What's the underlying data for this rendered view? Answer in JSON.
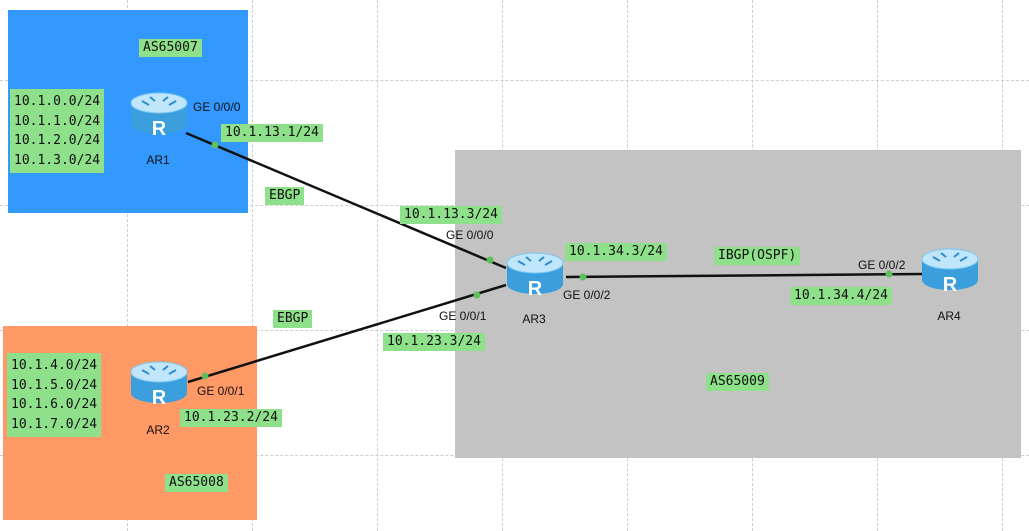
{
  "areas": {
    "as1": {
      "label": "AS65007",
      "color": "#3399ff"
    },
    "as2": {
      "label": "AS65008",
      "color": "#ff9966"
    },
    "as3": {
      "label": "AS65009",
      "color": "#c3c3c3"
    }
  },
  "routers": {
    "ar1": {
      "name": "AR1",
      "glyph": "R",
      "icon": "router-icon"
    },
    "ar2": {
      "name": "AR2",
      "glyph": "R",
      "icon": "router-icon"
    },
    "ar3": {
      "name": "AR3",
      "glyph": "R",
      "icon": "router-icon"
    },
    "ar4": {
      "name": "AR4",
      "glyph": "R",
      "icon": "router-icon"
    }
  },
  "networks": {
    "ar1": [
      "10.1.0.0/24",
      "10.1.1.0/24",
      "10.1.2.0/24",
      "10.1.3.0/24"
    ],
    "ar2": [
      "10.1.4.0/24",
      "10.1.5.0/24",
      "10.1.6.0/24",
      "10.1.7.0/24"
    ]
  },
  "links": {
    "ar1_ar3": {
      "type": "EBGP",
      "ip_a": "10.1.13.1/24",
      "ip_b": "10.1.13.3/24",
      "port_a": "GE 0/0/0",
      "port_b": "GE 0/0/0"
    },
    "ar2_ar3": {
      "type": "EBGP",
      "ip_a": "10.1.23.2/24",
      "ip_b": "10.1.23.3/24",
      "port_a": "GE 0/0/1",
      "port_b": "GE 0/0/1"
    },
    "ar3_ar4": {
      "type": "IBGP(OSPF)",
      "ip_a": "10.1.34.3/24",
      "ip_b": "10.1.34.4/24",
      "port_a": "GE 0/0/2",
      "port_b": "GE 0/0/2"
    }
  },
  "colors": {
    "label_bg": "#8fe08a",
    "link": "#111111",
    "port_dot": "#5cc05c",
    "router_body": "#4aaee6"
  }
}
